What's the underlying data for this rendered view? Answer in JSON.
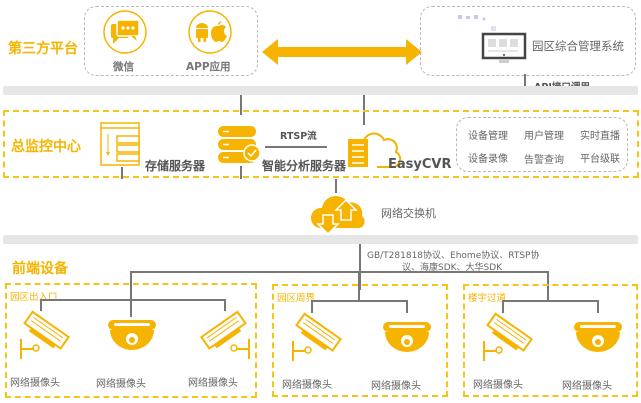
{
  "layers": {
    "third_party": {
      "title": "第三方平台",
      "apps": [
        {
          "label": "微信",
          "icon": "chat-bubbles-icon"
        },
        {
          "label": "APP应用",
          "icon": "android-apple-icon"
        }
      ],
      "management_system": {
        "label": "园区综合管理系统",
        "icon": "monitor-icon"
      },
      "api_label": "API接口调用"
    },
    "monitor_center": {
      "title": "总监控中心",
      "storage_server": "存储服务器",
      "analysis_server": "智能分析服务器",
      "rtsp_label": "RTSP流",
      "easycvr": "EasyCVR",
      "functions": [
        "设备管理",
        "用户管理",
        "实时直播",
        "设备录像",
        "告警查询",
        "平台级联"
      ]
    },
    "network": {
      "switch_label": "网络交换机",
      "protocols_line1": "GB/T281818协议、Ehome协议、RTSP协",
      "protocols_line2": "议、海康SDK、大华SDK"
    },
    "front_end": {
      "title": "前端设备",
      "zones": [
        {
          "label": "园区出入口",
          "cameras": [
            "网络摄像头",
            "网络摄像头",
            "网络摄像头"
          ]
        },
        {
          "label": "园区周界",
          "cameras": [
            "网络摄像头",
            "网络摄像头"
          ]
        },
        {
          "label": "楼宇过道",
          "cameras": [
            "网络摄像头",
            "网络摄像头"
          ]
        }
      ]
    }
  },
  "colors": {
    "accent": "#f6b400",
    "line": "#777777",
    "band": "#e6e6e6"
  }
}
